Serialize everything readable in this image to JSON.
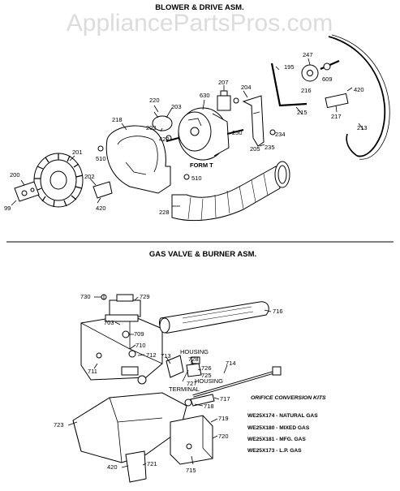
{
  "watermark": "AppliancePartsPros.com",
  "sections": {
    "top_title": "BLOWER & DRIVE ASM.",
    "bottom_title": "GAS VALVE & BURNER ASM."
  },
  "top_labels": {
    "p200": "200",
    "p99": "99",
    "p201": "201",
    "p202": "202",
    "p420a": "420",
    "p510a": "510",
    "p218": "218",
    "p220": "220",
    "p203a": "203",
    "p203b": "203",
    "p420b": "420",
    "p630": "630",
    "form": "FORM T",
    "p510b": "510",
    "p250": "250",
    "p207": "207",
    "p204": "204",
    "p205": "205",
    "p235": "235",
    "p234": "234",
    "p228": "228",
    "p195": "195",
    "p247": "247",
    "p216": "216",
    "p609": "609",
    "p215": "215",
    "p420c": "420",
    "p217": "217",
    "p213": "213"
  },
  "bottom_labels": {
    "p730": "730",
    "p729": "729",
    "p716": "716",
    "p703": "703",
    "p709": "709",
    "p710": "710",
    "p712": "712",
    "p713": "713",
    "housing1": "HOUSING",
    "p728": "728",
    "p726": "726",
    "p725": "725",
    "housing2": "HOUSING",
    "p727": "727",
    "terminal": "TERMINAL",
    "p714": "714",
    "p711": "711",
    "p717": "717",
    "p718": "718",
    "p719": "719",
    "p723": "723",
    "p720": "720",
    "p715": "715",
    "p420": "420",
    "p721": "721"
  },
  "kits": {
    "title": "ORIFICE CONVERSION KITS",
    "rows": [
      "WE25X174 - NATURAL GAS",
      "WE25X180 - MIXED GAS",
      "WE25X181 - MFG. GAS",
      "WE25X173 - L.P. GAS"
    ]
  }
}
